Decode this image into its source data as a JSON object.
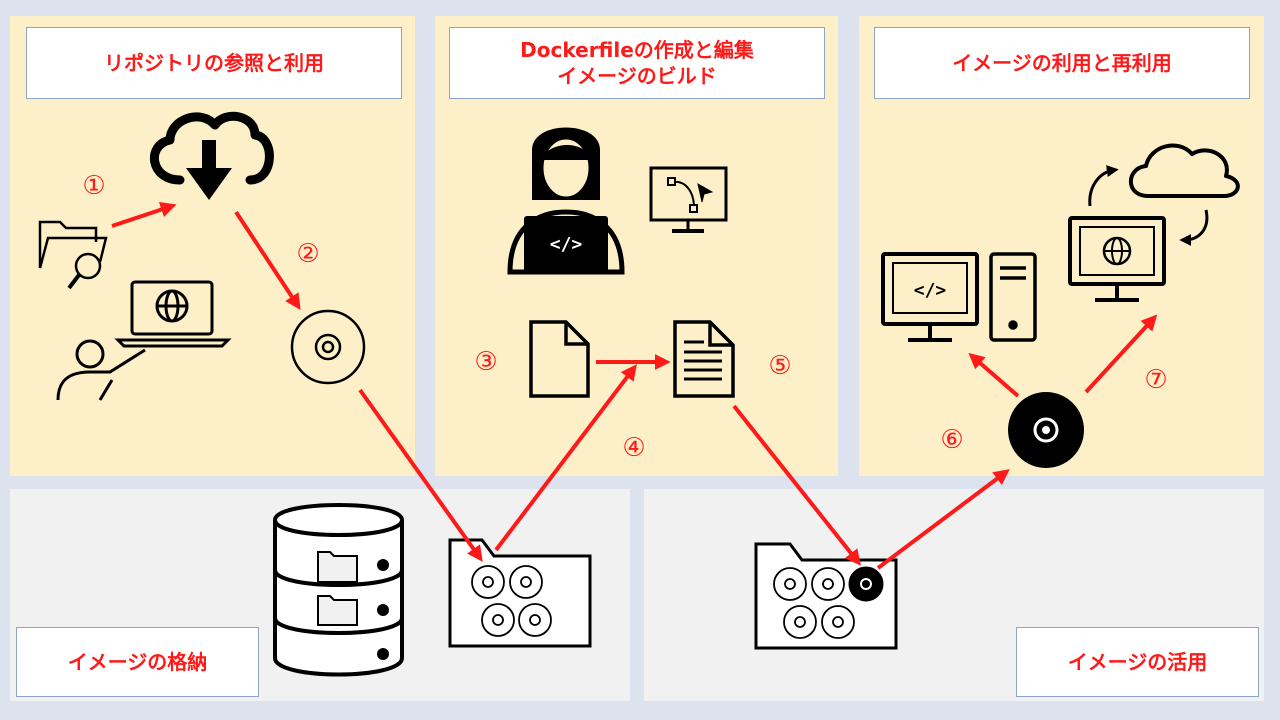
{
  "panels": {
    "repo": {
      "title": "リポジトリの参照と利用"
    },
    "build": {
      "title": "Dockerfileの作成と編集\nイメージのビルド"
    },
    "use": {
      "title": "イメージの利用と再利用"
    },
    "storage": {
      "title": "イメージの格納"
    },
    "utilize": {
      "title": "イメージの活用"
    }
  },
  "steps": [
    "①",
    "②",
    "③",
    "④",
    "⑤",
    "⑥",
    "⑦"
  ],
  "colors": {
    "accent": "#ff1a1a",
    "panel_yellow": "#fdf0c8",
    "panel_gray": "#f1f1f1",
    "background": "#dce3ef",
    "title_border": "#8ea4c8"
  },
  "icons": [
    "cloud-download-icon",
    "folder-search-icon",
    "user-laptop-icon",
    "disc-icon",
    "developer-icon",
    "monitor-design-icon",
    "blank-file-icon",
    "document-icon",
    "monitor-code-icon",
    "server-tower-icon",
    "monitor-globe-icon",
    "cloud-icon",
    "refresh-arrows-icon",
    "database-icon",
    "image-folder-icon"
  ]
}
